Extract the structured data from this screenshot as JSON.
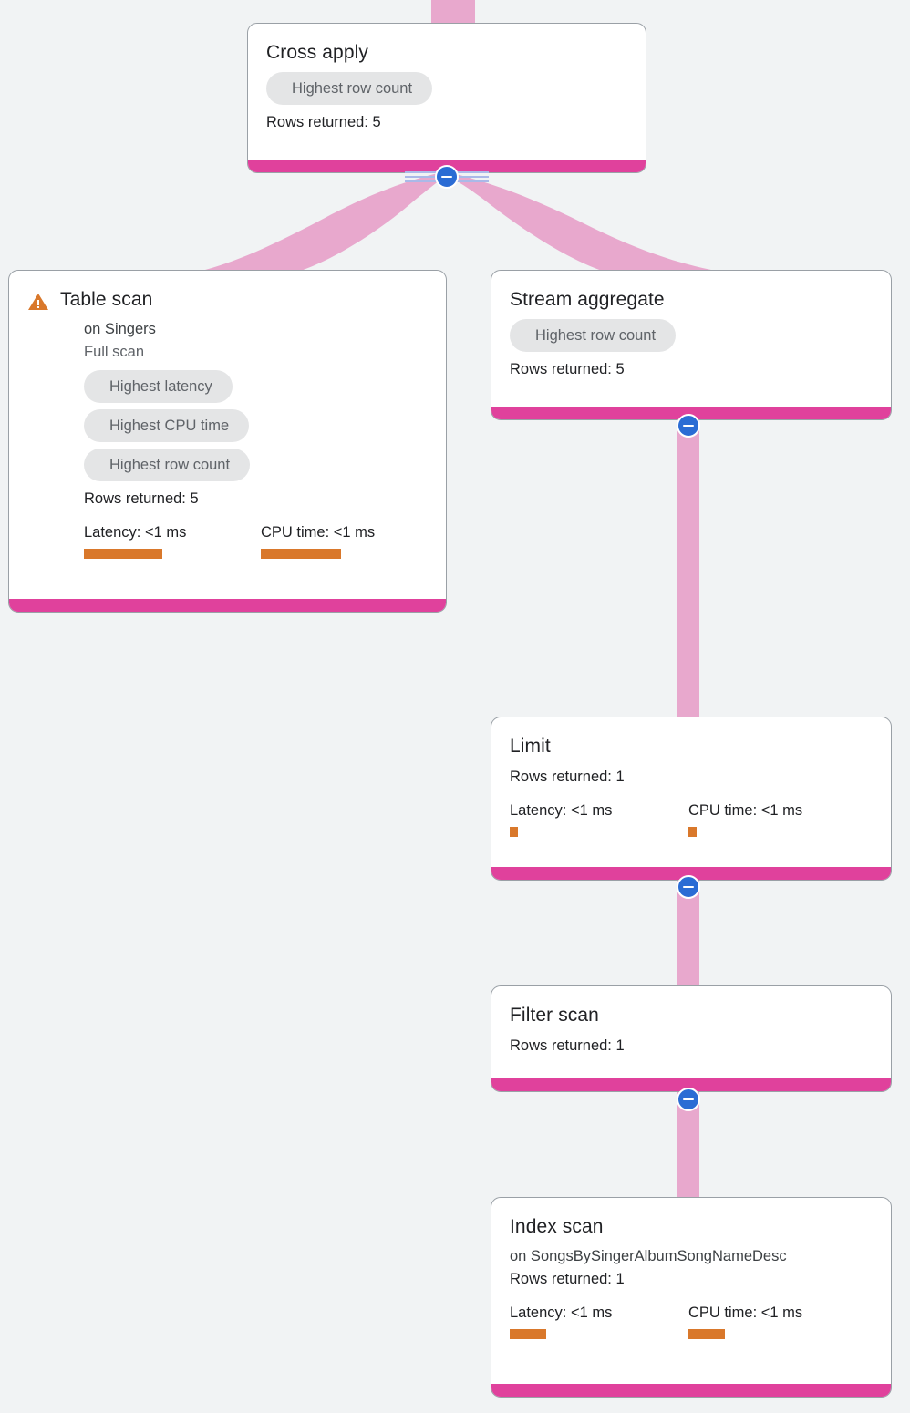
{
  "theme": {
    "background": "#f1f3f4",
    "card_background": "#ffffff",
    "card_border": "#9aa0a6",
    "accent_bar": "#e0419c",
    "edge": "#e8a8cd",
    "chip_background": "#e4e5e6",
    "chip_text": "#5f6368",
    "metric_bar": "#d9782b",
    "warning_icon": "#d9782b",
    "collapse_button": "#2b6cd4"
  },
  "nodes": {
    "cross_apply": {
      "title": "Cross apply",
      "chips": [
        "Highest row count"
      ],
      "rows_returned": "Rows returned: 5"
    },
    "table_scan": {
      "title": "Table scan",
      "warning_icon": "warning-triangle-icon",
      "on_target": "on Singers",
      "scan_type": "Full scan",
      "chips": [
        "Highest latency",
        "Highest CPU time",
        "Highest row count"
      ],
      "rows_returned": "Rows returned: 5",
      "latency_label": "Latency: <1 ms",
      "cpu_label": "CPU time: <1 ms"
    },
    "stream_aggregate": {
      "title": "Stream aggregate",
      "chips": [
        "Highest row count"
      ],
      "rows_returned": "Rows returned: 5"
    },
    "limit": {
      "title": "Limit",
      "rows_returned": "Rows returned: 1",
      "latency_label": "Latency: <1 ms",
      "cpu_label": "CPU time: <1 ms"
    },
    "filter_scan": {
      "title": "Filter scan",
      "rows_returned": "Rows returned: 1"
    },
    "index_scan": {
      "title": "Index scan",
      "on_target": "on SongsBySingerAlbumSongNameDesc",
      "rows_returned": "Rows returned: 1",
      "latency_label": "Latency: <1 ms",
      "cpu_label": "CPU time: <1 ms"
    }
  }
}
